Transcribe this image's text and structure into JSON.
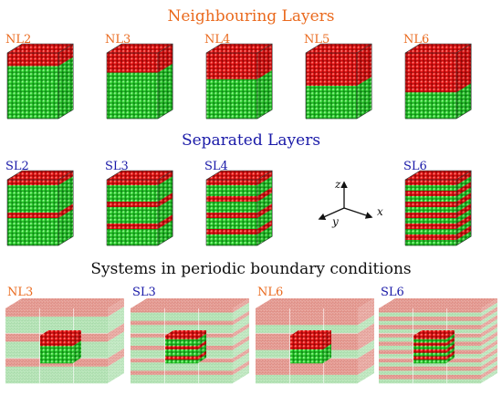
{
  "headings": {
    "neighbouring": "Neighbouring Layers",
    "separated": "Separated Layers",
    "periodic": "Systems in periodic boundary conditions"
  },
  "colors": {
    "neighbouring_heading": "#ea6a1e",
    "separated_heading": "#1a1aa8",
    "periodic_heading": "#111111",
    "nl_label": "#ea6a1e",
    "sl_label": "#1a1aa8",
    "green_atom": "#2fd62f",
    "red_atom": "#f01010",
    "pbc_green": "#bfe8bf",
    "pbc_red": "#e79a93"
  },
  "axes": {
    "x": "x",
    "y": "y",
    "z": "z"
  },
  "neighbouring_row": [
    {
      "label": "NL2",
      "red_layers": 2
    },
    {
      "label": "NL3",
      "red_layers": 3
    },
    {
      "label": "NL4",
      "red_layers": 4
    },
    {
      "label": "NL5",
      "red_layers": 5
    },
    {
      "label": "NL6",
      "red_layers": 6
    }
  ],
  "separated_row": [
    {
      "label": "SL2",
      "stripes": 2
    },
    {
      "label": "SL3",
      "stripes": 3
    },
    {
      "label": "SL4",
      "stripes": 4
    },
    {
      "label": "SL6",
      "stripes": 6
    }
  ],
  "periodic_row": [
    {
      "label": "NL3",
      "kind": "NL",
      "n": 3
    },
    {
      "label": "SL3",
      "kind": "SL",
      "n": 3
    },
    {
      "label": "NL6",
      "kind": "NL",
      "n": 6
    },
    {
      "label": "SL6",
      "kind": "SL",
      "n": 6
    }
  ]
}
